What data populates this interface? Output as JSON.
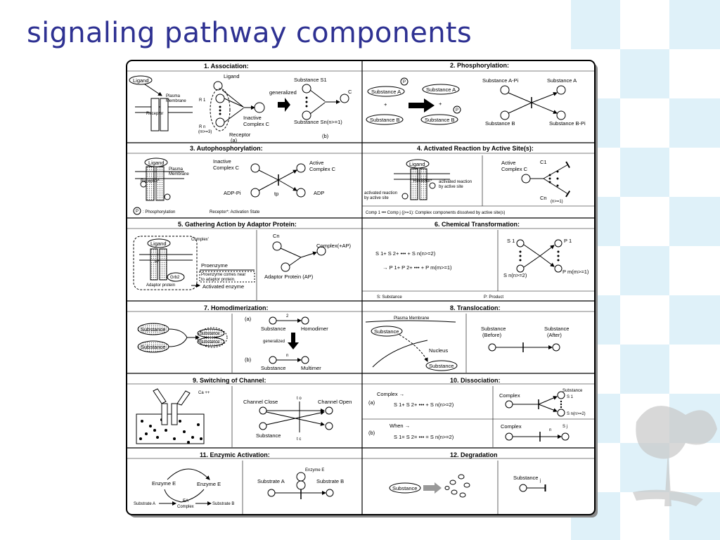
{
  "slide": {
    "title": "signaling pathway components"
  },
  "panels": [
    {
      "title": "1.  Association:",
      "labels": [
        "Ligand",
        "Ligand",
        "Plasma",
        "Membrane",
        "Receptor",
        "R 1",
        "R n",
        "(m>=3)",
        "generalized",
        "Inactive",
        "Complex C",
        "Receptor",
        "(a)",
        "(b)",
        "Substance S1",
        "Substance Sn(n>=1)",
        "C"
      ]
    },
    {
      "title": "2.  Phosphorylation:",
      "labels": [
        "Substance A",
        "Substance A",
        "Substance B",
        "Substance B",
        "P",
        "P",
        "+",
        "+",
        "Substance A-Pi",
        "Substance A",
        "Substance B",
        "Substance B-Pi"
      ]
    },
    {
      "title": "3.  Autophosphorylation:",
      "labels": [
        "Ligand",
        "Plasma",
        "Membrane",
        "Receptor*",
        "Inactive",
        "Complex C",
        "Active",
        "Complex C",
        "ADP-Pi",
        "tp",
        "ADP",
        "P",
        ": Phosphorylation",
        "Receptor*: Activation State"
      ]
    },
    {
      "title": "4.  Activated  Reaction  by  Active  Site(s):",
      "labels": [
        "Ligand",
        "Receptor*",
        "activated reaction",
        "by active site",
        "activated reaction",
        "by active site",
        "Active",
        "Complex C",
        "C1",
        "Cn",
        "(n>=1)",
        "Comp 1 ••• Comp j (j>=1): Complex components dissolved by active site(s)"
      ]
    },
    {
      "title": "5.  Gathering  Action  by  Adaptor  Protein:",
      "labels": [
        "Complex'",
        "Ligand",
        "R*",
        "Grb2",
        "Adaptor protein",
        "Proenzyme",
        "Proenzyme comes near",
        "to adaptor protein.",
        "Activated enzyme",
        "Cn",
        "Complex(+AP)",
        "Adaptor Protein (AP)"
      ]
    },
    {
      "title": "6.  Chemical  Transformation:",
      "labels": [
        "S 1+ S 2+ ••• + S n(n>=2)",
        "→ P 1+ P 2+ ••• + P m(m>=1)",
        "S 1",
        "S n(n>=2)",
        "P 1",
        "P m(m>=1)",
        "S: Substance",
        "P: Product"
      ]
    },
    {
      "title": "7.  Homodimerization:",
      "labels": [
        "Substance",
        "Substance",
        "Substance",
        "Substance",
        "(a)",
        "(b)",
        "Substance",
        "Homodimer",
        "2",
        "generalized",
        "n",
        "Substance",
        "Multimer"
      ]
    },
    {
      "title": "8.  Translocation:",
      "labels": [
        "Plasma Membrane",
        "Substance",
        "Nucleus",
        "Substance",
        "Substance",
        "(Before)",
        "Substance",
        "(After)"
      ]
    },
    {
      "title": "9.  Switching  of  Channel:",
      "labels": [
        "Ca ++",
        "Channel Close",
        "Channel Open",
        "t o",
        "t c",
        "Substance"
      ]
    },
    {
      "title": "10.  Dissociation:",
      "labels": [
        "Complex →",
        "(a)",
        "S 1+ S 2+ ••• + S n(n>=2)",
        "When →",
        "(b)",
        "S 1= S 2= ••• = S n(n>=2)",
        "Complex",
        "Substance",
        "S 1",
        "S n(n>=2)",
        "Complex",
        "n",
        "S j"
      ]
    },
    {
      "title": "11.  Enzymic  Activation:",
      "labels": [
        "Enzyme E",
        "Enzyme E",
        "EA",
        "Complex",
        "Substrate A",
        "Substrate B",
        "Enzyme E",
        "Substrate A",
        "Substrate B"
      ]
    },
    {
      "title": "12.  Degradation",
      "labels": [
        "Substance",
        "Substance",
        "j"
      ]
    }
  ]
}
